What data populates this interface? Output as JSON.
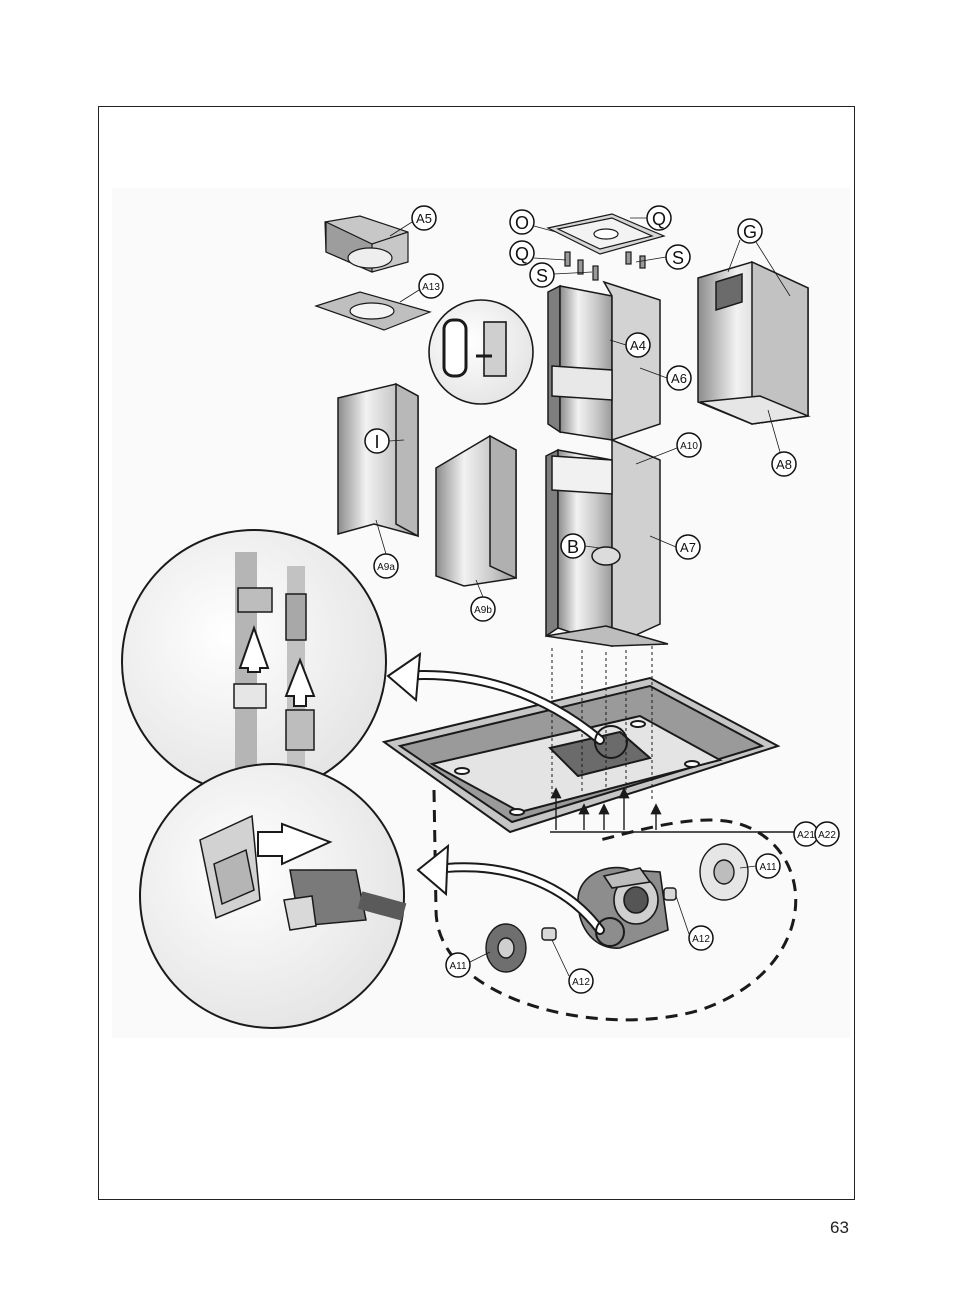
{
  "page": {
    "number": "63"
  },
  "labels": {
    "A5": "A5",
    "A13": "A13",
    "O": "O",
    "Q1": "Q",
    "Q2": "Q",
    "S1": "S",
    "S2": "S",
    "G": "G",
    "A4": "A4",
    "A6": "A6",
    "I": "I",
    "A8": "A8",
    "A10": "A10",
    "B": "B",
    "A7": "A7",
    "A9a": "A9a",
    "A9b": "A9b",
    "A21": "A21",
    "A22": "A22",
    "A11_right": "A11",
    "A11_left": "A11",
    "A12_right": "A12",
    "A12_left": "A12"
  },
  "colors": {
    "line": "#1a1a1a",
    "metal_light": "#ececec",
    "metal_mid": "#bdbdbd",
    "metal_dark": "#7a7a7a",
    "shadow": "#e4e4e4"
  }
}
